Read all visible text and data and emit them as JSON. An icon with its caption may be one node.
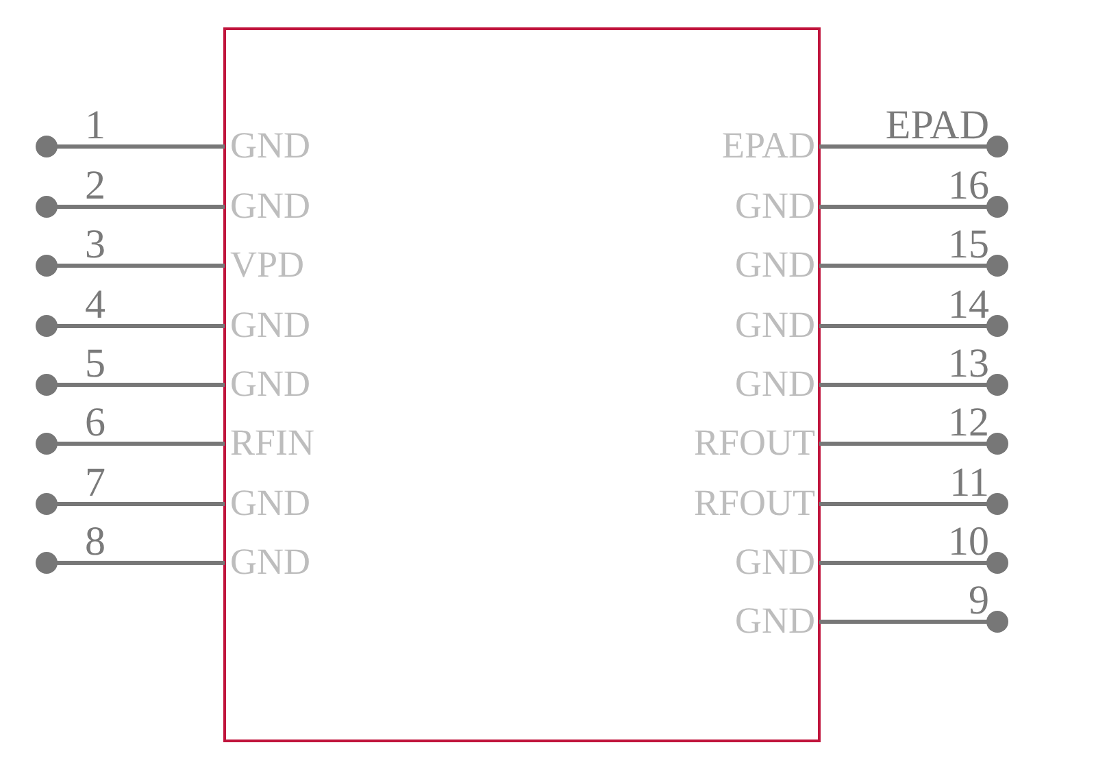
{
  "diagram": {
    "labels": [
      "1",
      "GND",
      "EPAD",
      "EPAD",
      "2",
      "GND",
      "GND",
      "16",
      "3",
      "VPD",
      "GND",
      "15",
      "4",
      "GND",
      "GND",
      "14",
      "5",
      "GND",
      "GND",
      "13",
      "6",
      "RFIN",
      "RFOUT",
      "12",
      "7",
      "GND",
      "RFOUT",
      "11",
      "8",
      "GND",
      "GND",
      "10",
      "GND",
      "9"
    ]
  }
}
